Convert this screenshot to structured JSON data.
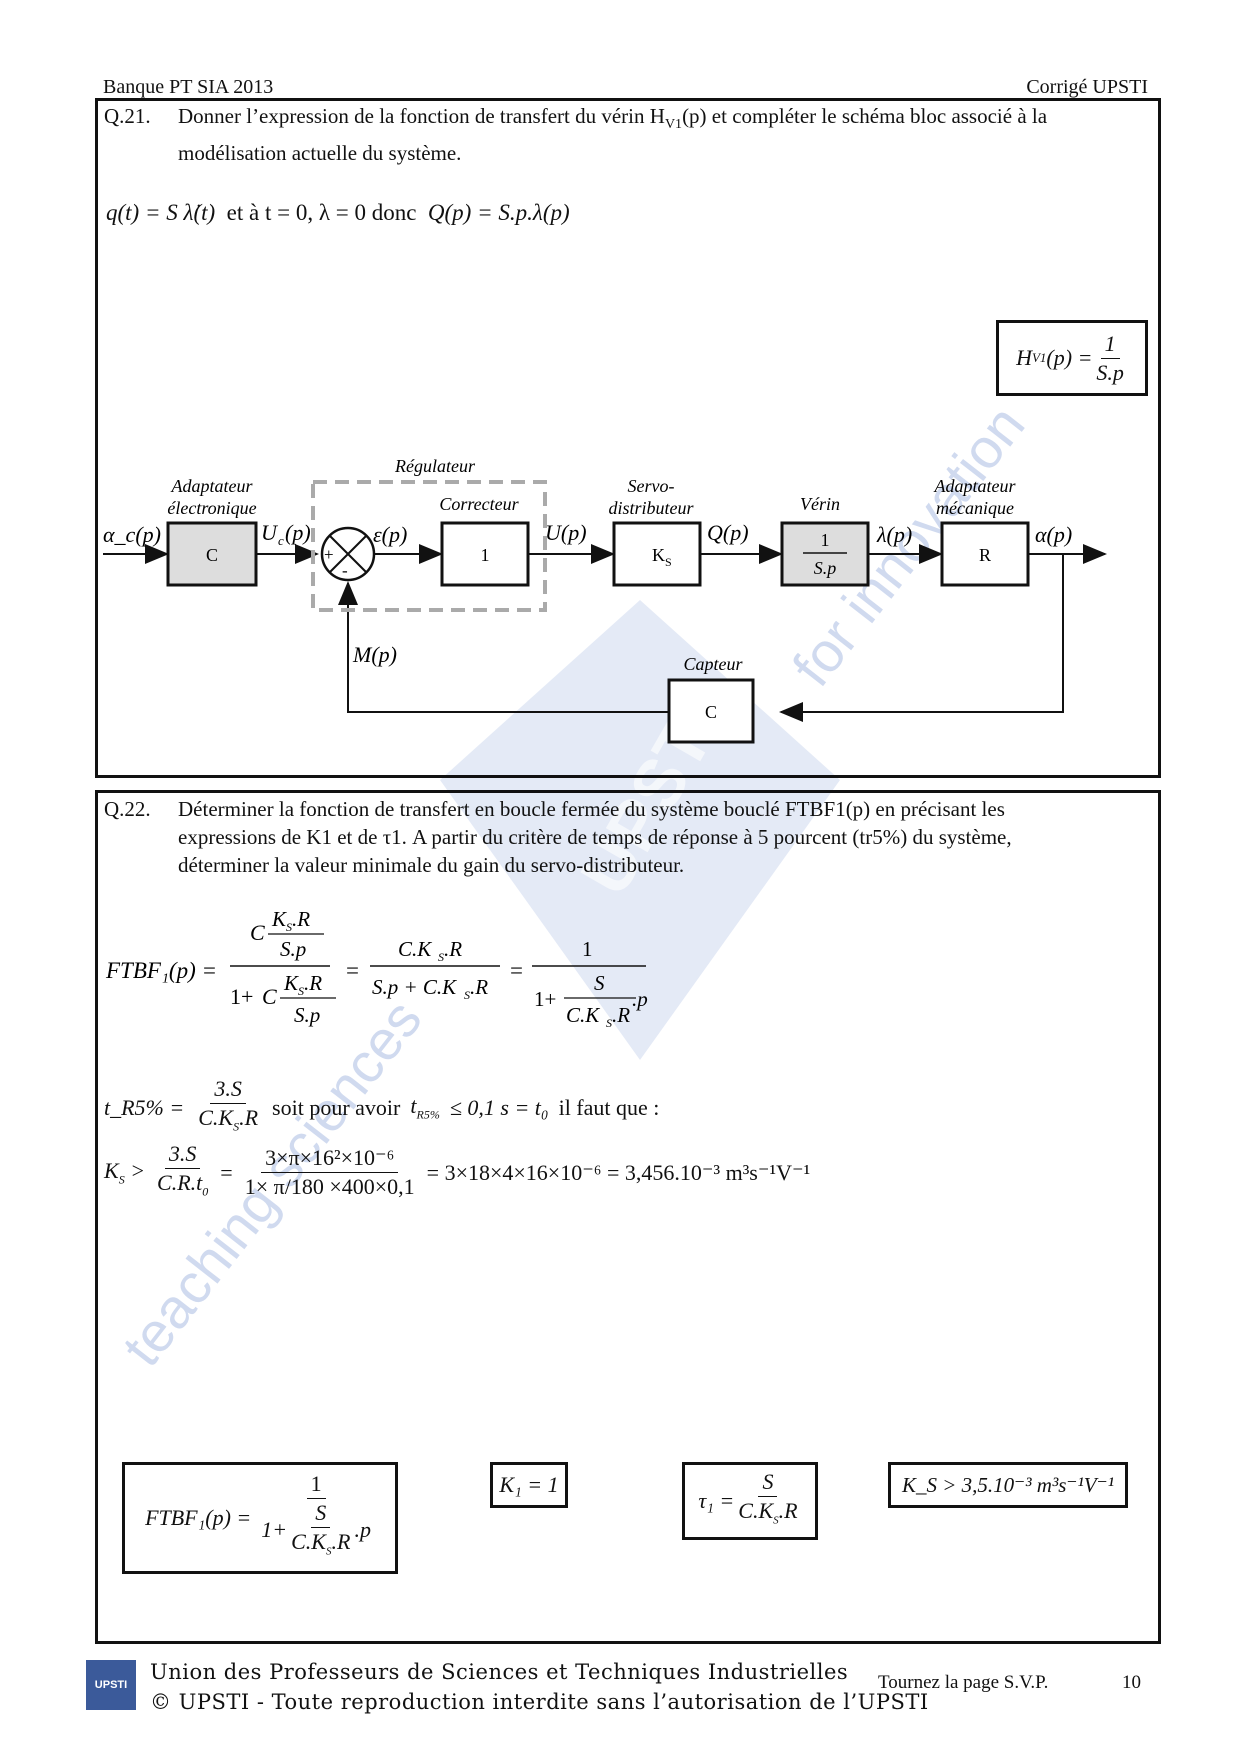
{
  "header": {
    "left": "Banque PT SIA 2013",
    "right": "Corrigé UPSTI"
  },
  "q21": {
    "num": "Q.21.",
    "text1": "Donner l’expression de la fonction de transfert du vérin H",
    "text1_sub": "V1",
    "text1_end": "(p) et compléter le schéma bloc associé à la",
    "text2": "modélisation actuelle du système.",
    "formula_left": "q(t) = S λ̇(t)",
    "formula_mid": "et à  t = 0, λ = 0 donc",
    "formula_right": "Q(p) = S.p.λ(p)",
    "result_lhs": "H",
    "result_sub": "V1",
    "result_arg": "(p) =",
    "result_num": "1",
    "result_den": "S.p"
  },
  "diagram": {
    "input": "α_c(p)",
    "blocks": {
      "adapt_elec_title1": "Adaptateur",
      "adapt_elec_title2": "électronique",
      "adapt_elec": "C",
      "regulateur": "Régulateur",
      "correcteur_title": "Correcteur",
      "correcteur": "1",
      "servo_title1": "Servo-",
      "servo_title2": "distributeur",
      "servo": "K",
      "servo_sub": "S",
      "verin_title": "Vérin",
      "verin_num": "1",
      "verin_den": "S.p",
      "adapt_meca_title1": "Adaptateur",
      "adapt_meca_title2": "mécanique",
      "adapt_meca": "R",
      "capteur_title": "Capteur",
      "capteur": "C"
    },
    "signals": {
      "uc": "U",
      "uc_sub": "c",
      "uc_end": "(p)",
      "eps": "ε(p)",
      "u": "U(p)",
      "q": "Q(p)",
      "lambda": "λ(p)",
      "alpha": "α(p)",
      "m": "M(p)",
      "plus": "+",
      "minus": "-"
    }
  },
  "q22": {
    "num": "Q.22.",
    "line1": "Déterminer la fonction de transfert en boucle fermée du système bouclé FTBF1(p) en précisant les",
    "line2": "expressions de K1 et de τ1. A partir du critère de temps de réponse à 5 pourcent (tr5%) du système,",
    "line3": "déterminer la valeur minimale du gain du servo-distributeur.",
    "ftbf_lhs": "FTBF₁(p) =",
    "eq1": "soit pour avoir",
    "eq1_mid": "≤ 0,1 s = t₀",
    "eq1_end": "il faut que :",
    "tr_lhs": "t_R5% =",
    "ks_calc_mid": "= 3×18×4×16×10⁻⁶ = 3,456.10⁻³ m³s⁻¹V⁻¹",
    "calc_num": "3×π×16²×10⁻⁶",
    "calc_den": "1× π/180 ×400×0,1",
    "res_ftbf": "FTBF₁(p) =",
    "res_k1": "K₁ = 1",
    "res_tau": "τ₁ =",
    "res_ks": "K_S > 3,5.10⁻³ m³s⁻¹V⁻¹"
  },
  "footer": {
    "org": "Union des Professeurs de Sciences et Techniques Industrielles",
    "copyright": "© UPSTI - Toute reproduction interdite sans l’autorisation de l’UPSTI",
    "turn": "Tournez la page S.V.P.",
    "page": "10",
    "logo": "UPSTI"
  },
  "watermark": {
    "text1": "teaching sciences",
    "text2": "for innovation",
    "logo": "UPSTI"
  }
}
